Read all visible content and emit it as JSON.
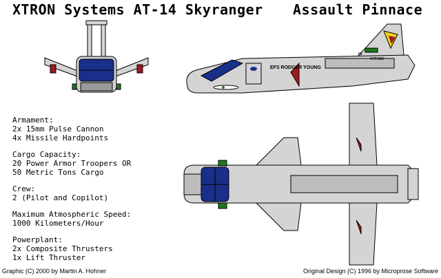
{
  "title": "XTRON Systems AT-14 Skyranger",
  "subtitle": "Assault Pinnace",
  "ship_name": "EFS RODGER YOUNG",
  "hull_code": "VHT-123",
  "hull_number": "05",
  "specs": [
    {
      "heading": "Armament:",
      "lines": [
        "2x 15mm Pulse Cannon",
        "4x Missile Hardpoints"
      ]
    },
    {
      "heading": "Cargo Capacity:",
      "lines": [
        "20 Power Armor Troopers OR",
        "50 Metric Tons Cargo"
      ]
    },
    {
      "heading": "Crew:",
      "lines": [
        "2 (Pilot and Copilot)"
      ]
    },
    {
      "heading": "Maximum Atmospheric Speed:",
      "lines": [
        "1000 Kilometers/Hour"
      ]
    },
    {
      "heading": "Powerplant:",
      "lines": [
        "2x Composite Thrusters",
        "1x Lift Thruster"
      ]
    }
  ],
  "credit_graphic": "Graphic (C) 2000 by Martin A. Hohner",
  "credit_design": "Original Design (C) 1996 by Microprose Software",
  "colors": {
    "hull": "#d4d4d4",
    "outline": "#000000",
    "canopy": "#1a2f8a",
    "insignia": "#9e1b1b",
    "accent_green": "#1e7a1e",
    "background": "#ffffff"
  }
}
